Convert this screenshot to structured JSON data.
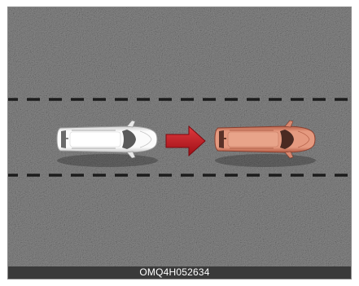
{
  "illustration": {
    "caption": "OMQ4H052634",
    "scene": {
      "road_color": "#767676",
      "lane_line_color": "#1c1c1c",
      "rear_vehicle": {
        "color": "#f4f4f4",
        "icon": "white-suv-top-view"
      },
      "front_vehicle": {
        "color": "#d9826a",
        "icon": "orange-suv-top-view"
      },
      "direction_arrow": {
        "color": "#c01a22",
        "icon": "right-arrow"
      }
    }
  }
}
